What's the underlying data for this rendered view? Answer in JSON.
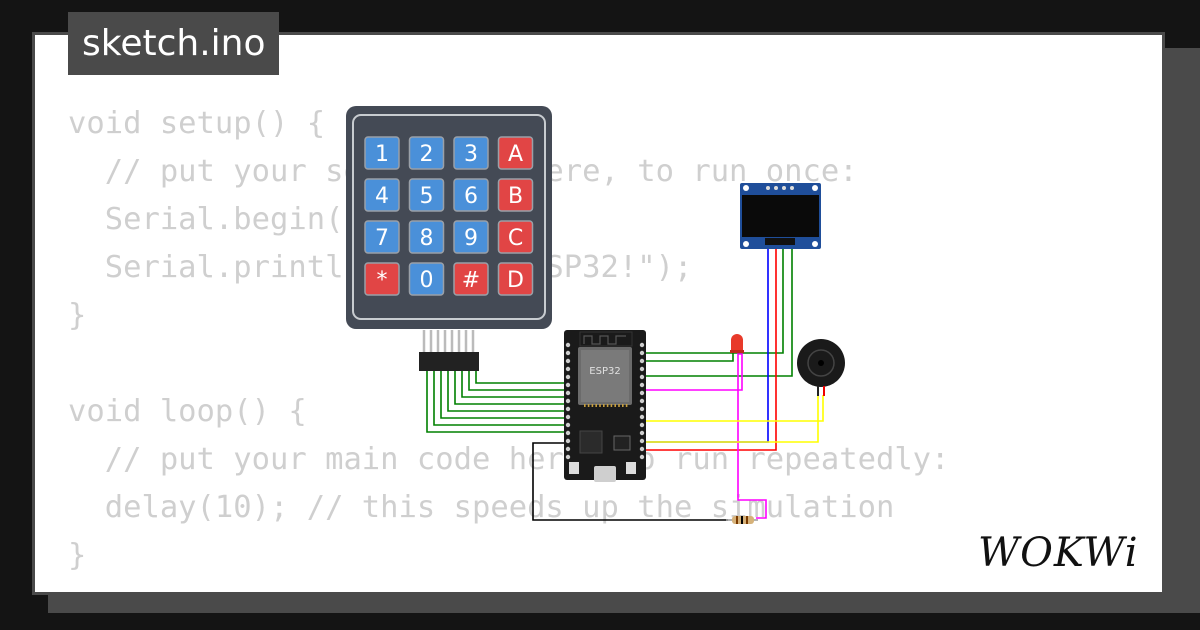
{
  "file_tab": {
    "label": "sketch.ino"
  },
  "code_lines": [
    "void setup() {",
    "  // put your setup code here, to run once:",
    "  Serial.begin(115200);",
    "  Serial.println(\"Hello, ESP32!\");",
    "}",
    "",
    "void loop() {",
    "  // put your main code here, to run repeatedly:",
    "  delay(10); // this speeds up the simulation",
    "}"
  ],
  "keypad": {
    "keys": [
      "1",
      "2",
      "3",
      "A",
      "4",
      "5",
      "6",
      "B",
      "7",
      "8",
      "9",
      "C",
      "*",
      "0",
      "#",
      "D"
    ],
    "key_colors": {
      "number": "#4a90d9",
      "function": "#e14545"
    }
  },
  "esp32": {
    "chip_label": "ESP32"
  },
  "brand": {
    "logo_text": "WOKWi"
  },
  "colors": {
    "background": "#141414",
    "card_border": "#4a4a4a",
    "code_text": "#cfcfcf",
    "wire_green": "#008000",
    "wire_magenta": "#ff00ff",
    "wire_yellow": "#ffff00",
    "wire_blue": "#0000ff",
    "wire_red": "#ff0000",
    "wire_black": "#000000"
  }
}
